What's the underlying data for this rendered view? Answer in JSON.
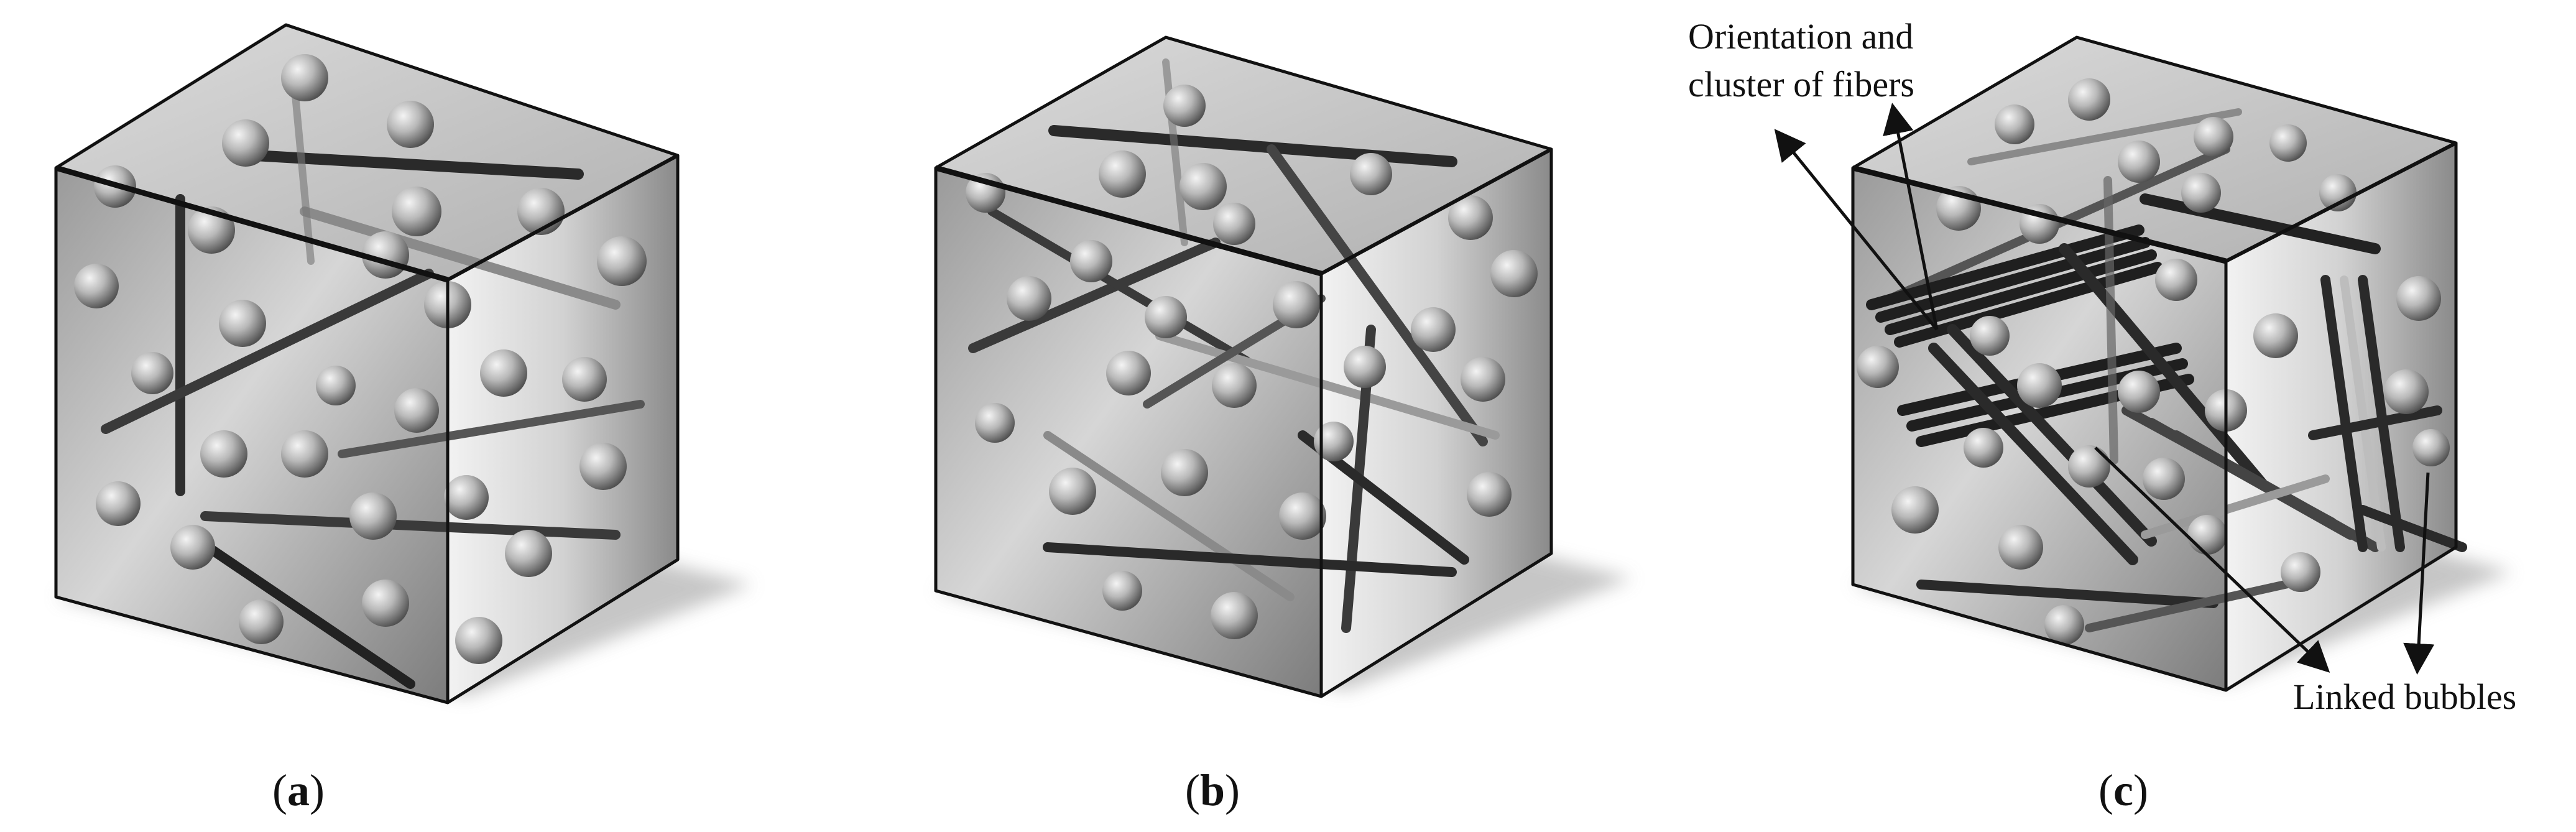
{
  "panels": [
    {
      "id": "a",
      "label_open": "(",
      "label_letter": "a",
      "label_close": ")"
    },
    {
      "id": "b",
      "label_open": "(",
      "label_letter": "b",
      "label_close": ")"
    },
    {
      "id": "c",
      "label_open": "(",
      "label_letter": "c",
      "label_close": ")"
    }
  ],
  "annotations": {
    "orientation_line1": "Orientation and",
    "orientation_line2": "cluster of fibers",
    "linked_bubbles": "Linked bubbles"
  },
  "colors": {
    "cube_edge": "#111111",
    "fiber_dark": "#2a2a2a",
    "fiber_light": "#9a9a9a",
    "bubble_highlight": "#f2f2f2",
    "bubble_shadow": "#4a4a4a",
    "shadow": "#bdbdbd"
  }
}
